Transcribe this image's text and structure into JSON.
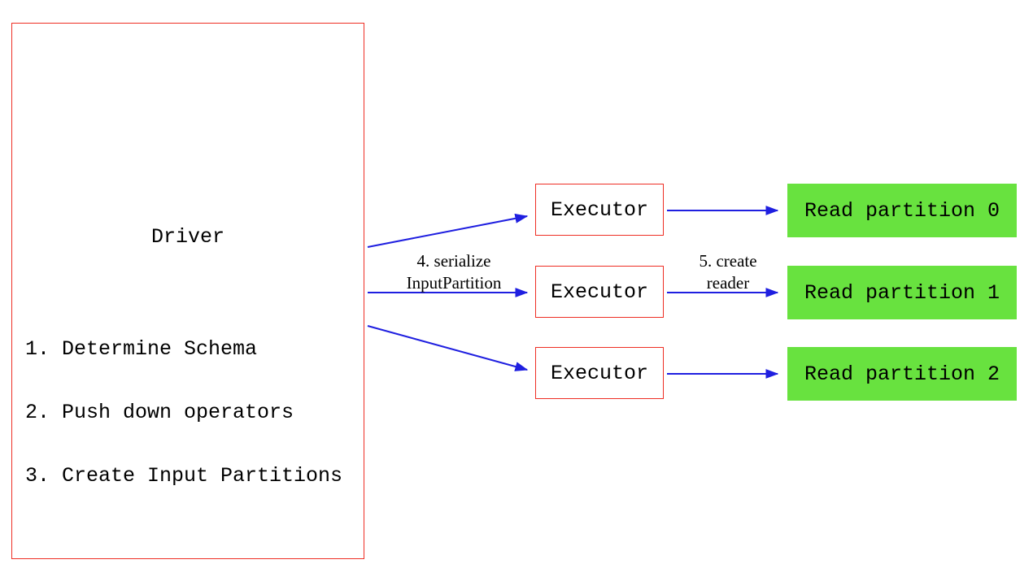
{
  "colors": {
    "background": "#ffffff",
    "text": "#000000",
    "box_border": "#ee2e24",
    "arrow": "#1f1fe0",
    "partition_fill": "#68e23f"
  },
  "driver": {
    "title": "Driver",
    "steps": [
      "1. Determine Schema",
      "2. Push down operators",
      "3. Create Input Partitions"
    ]
  },
  "executors": [
    {
      "label": "Executor"
    },
    {
      "label": "Executor"
    },
    {
      "label": "Executor"
    }
  ],
  "partitions": [
    {
      "label": "Read partition 0"
    },
    {
      "label": "Read partition 1"
    },
    {
      "label": "Read partition 2"
    }
  ],
  "edge_labels": {
    "serialize": "4. serialize\nInputPartition",
    "create_reader": "5. create\nreader"
  }
}
